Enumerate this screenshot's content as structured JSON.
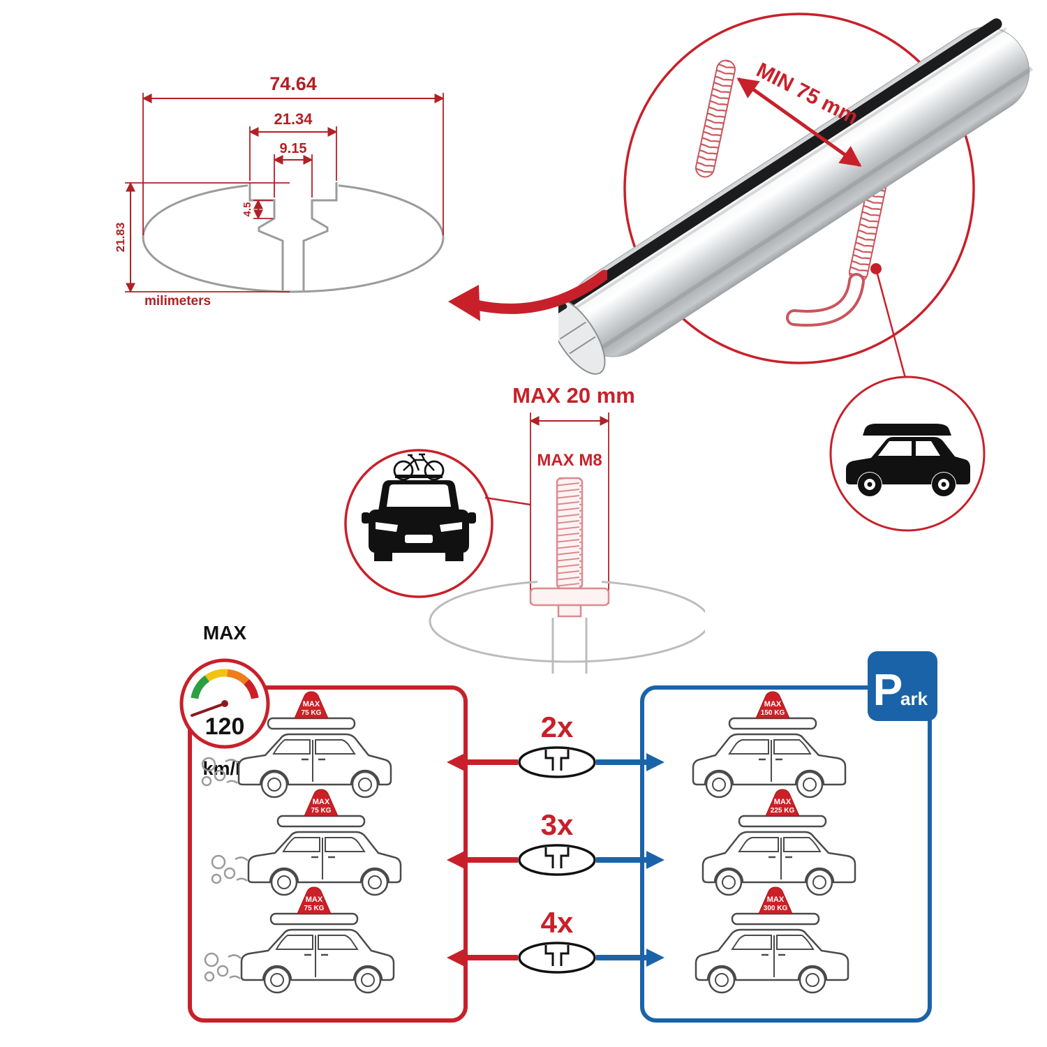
{
  "colors": {
    "accent_red": "#C8202A",
    "accent_blue": "#1B63A8",
    "dim_red": "#B02025",
    "gray": "#9B9B9B"
  },
  "dimension_diagram": {
    "width_total": "74.64",
    "slot_outer": "21.34",
    "slot_inner": "9.15",
    "slot_depth": "4.5",
    "height_total": "21.83",
    "unit_label": "milimeters"
  },
  "bar_section": {
    "min_span_label": "MIN 75 mm"
  },
  "bolt_section": {
    "max_width_label": "MAX 20 mm",
    "max_thread_label": "MAX M8"
  },
  "speed_limit": {
    "title": "MAX",
    "value": "120",
    "unit": "km/h"
  },
  "left_panel": {
    "cars": [
      {
        "tag_title": "MAX",
        "tag_weight": "75 KG"
      },
      {
        "tag_title": "MAX",
        "tag_weight": "75 KG"
      },
      {
        "tag_title": "MAX",
        "tag_weight": "75 KG"
      }
    ]
  },
  "multipliers": [
    {
      "label": "2x"
    },
    {
      "label": "3x"
    },
    {
      "label": "4x"
    }
  ],
  "right_panel": {
    "parking_sign": {
      "big_letter": "P",
      "small_letters": "ark"
    },
    "cars": [
      {
        "tag_title": "MAX",
        "tag_weight": "150 KG"
      },
      {
        "tag_title": "MAX",
        "tag_weight": "225 KG"
      },
      {
        "tag_title": "MAX",
        "tag_weight": "300 KG"
      }
    ]
  }
}
